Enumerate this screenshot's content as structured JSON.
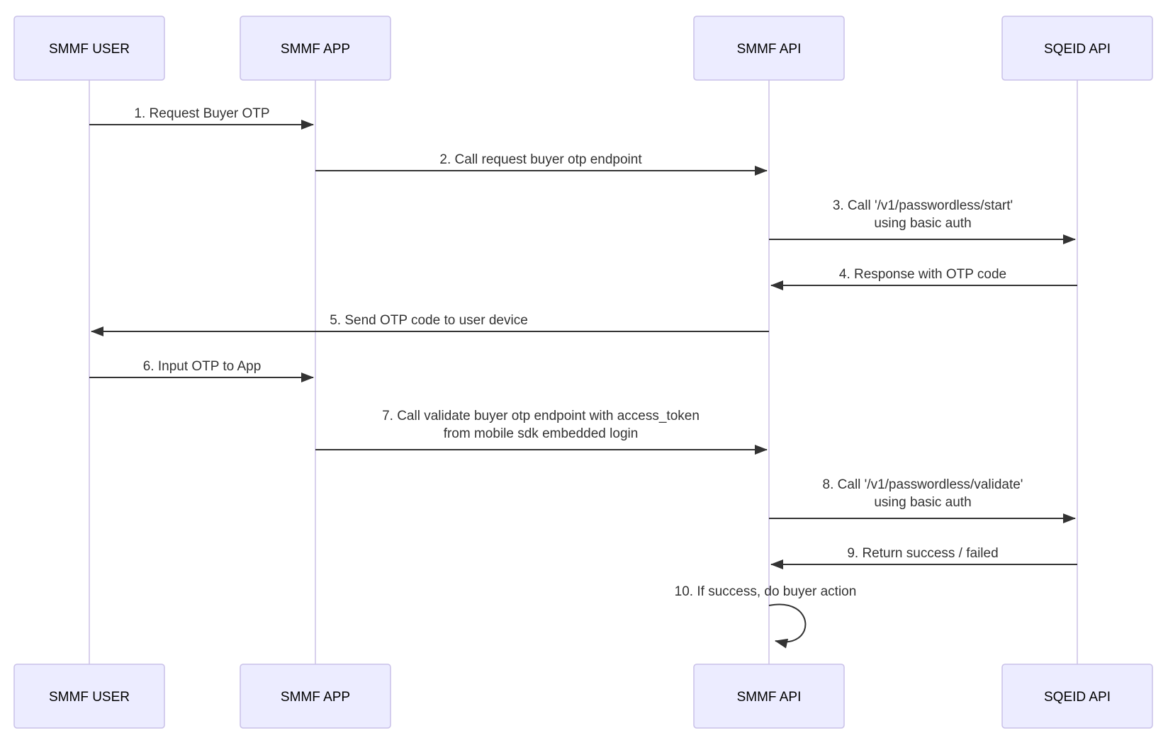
{
  "diagram": {
    "type": "sequence-diagram",
    "colors": {
      "actor_fill": "#ECECFF",
      "actor_border": "#c9c0e8",
      "lifeline": "#d8d0ec",
      "arrow": "#333333",
      "message_text": "#333333",
      "actor_text": "#000000"
    },
    "actors": [
      {
        "id": "smmf-user",
        "label": "SMMF USER"
      },
      {
        "id": "smmf-app",
        "label": "SMMF APP"
      },
      {
        "id": "smmf-api",
        "label": "SMMF API"
      },
      {
        "id": "sqeid-api",
        "label": "SQEID API"
      }
    ],
    "messages": [
      {
        "seq": 1,
        "from": "smmf-user",
        "to": "smmf-app",
        "lines": [
          "1. Request Buyer OTP"
        ]
      },
      {
        "seq": 2,
        "from": "smmf-app",
        "to": "smmf-api",
        "lines": [
          "2. Call request buyer otp endpoint"
        ]
      },
      {
        "seq": 3,
        "from": "smmf-api",
        "to": "sqeid-api",
        "lines": [
          "3. Call '/v1/passwordless/start'",
          "using basic auth"
        ]
      },
      {
        "seq": 4,
        "from": "sqeid-api",
        "to": "smmf-api",
        "lines": [
          "4. Response with OTP code"
        ]
      },
      {
        "seq": 5,
        "from": "smmf-api",
        "to": "smmf-user",
        "lines": [
          "5. Send OTP code to user device"
        ]
      },
      {
        "seq": 6,
        "from": "smmf-user",
        "to": "smmf-app",
        "lines": [
          "6. Input OTP to App"
        ]
      },
      {
        "seq": 7,
        "from": "smmf-app",
        "to": "smmf-api",
        "lines": [
          "7. Call validate buyer otp endpoint with access_token",
          "from mobile sdk embedded login"
        ]
      },
      {
        "seq": 8,
        "from": "smmf-api",
        "to": "sqeid-api",
        "lines": [
          "8. Call '/v1/passwordless/validate'",
          "using basic auth"
        ]
      },
      {
        "seq": 9,
        "from": "sqeid-api",
        "to": "smmf-api",
        "lines": [
          "9. Return success / failed"
        ]
      },
      {
        "seq": 10,
        "from": "smmf-api",
        "to": "smmf-api",
        "self": true,
        "lines": [
          "10. If success, do buyer action"
        ]
      }
    ]
  }
}
